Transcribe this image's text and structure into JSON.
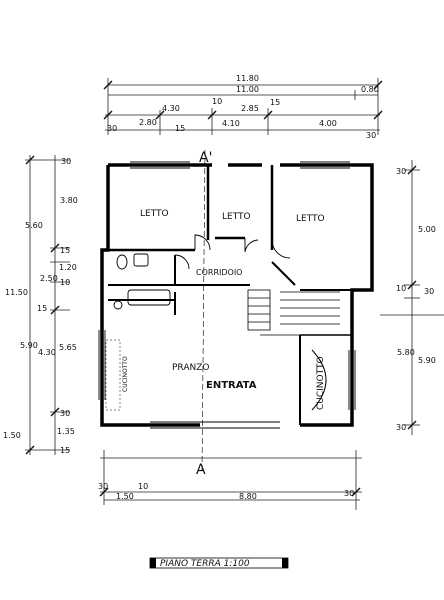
{
  "plan": {
    "rooms": {
      "letto_left": "LETTO",
      "letto_mid": "LETTO",
      "letto_right": "LETTO",
      "corridoio": "CORRIDOIO",
      "pranzo": "PRANZO",
      "entrata": "ENTRATA",
      "cucinotto_left": "CUCINOTTO",
      "cucinotto_right": "CUCINOTTO"
    },
    "section_marks": {
      "top": "A'",
      "bottom": "A"
    },
    "caption": "PIANO  TERRA  1:100",
    "dimensions": {
      "top": {
        "overall": "11.80",
        "inner": "11.00",
        "d_080": "0.80",
        "d_430": "4.30",
        "d_10": "10",
        "d_285": "2.85",
        "d_15": "15",
        "d_30a": "30",
        "d_280": "2.80",
        "d_15b": "15",
        "d_410": "4.10",
        "d_400": "4.00",
        "d_30b": "30"
      },
      "left": {
        "d_30": "30",
        "d_380": "3.80",
        "d_560": "5.60",
        "d_15": "15",
        "d_120": "1.20",
        "d_250": "2.50",
        "d_10": "10",
        "d_1150": "11.50",
        "d_15b": "15",
        "d_590": "5.90",
        "d_430": "4.30",
        "d_565": "5.65",
        "d_30b": "30",
        "d_135": "1.35",
        "d_150": "1.50",
        "d_15c": "15"
      },
      "right": {
        "d_30": "30",
        "d_500": "5.00",
        "d_10": "10",
        "d_30b": "30",
        "d_580": "5.80",
        "d_590": "5.90",
        "d_30c": "30"
      },
      "bottom": {
        "d_30": "30",
        "d_10": "10",
        "d_150": "1.50",
        "d_880": "8.80",
        "d_30b": "30"
      }
    }
  }
}
